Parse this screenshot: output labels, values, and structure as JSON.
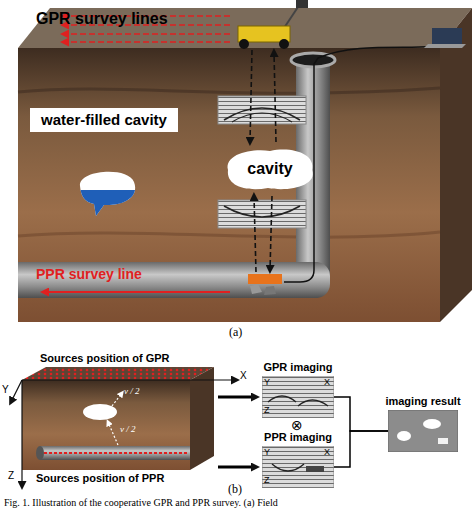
{
  "diagram": {
    "caption": "Fig. 1. Illustration of the cooperative GPR and PPR survey. (a) Field",
    "nodes": [
      {
        "text": [
          "water-filled cavity"
        ]
      },
      {
        "text": [
          "cavity"
        ]
      },
      {
        "text": [
          "GPR imaging",
          "Y",
          "X",
          "Z"
        ]
      },
      {
        "text": [
          "PPR imaging",
          "Y",
          "X",
          "Z"
        ]
      },
      {
        "text": [
          "imaging result"
        ]
      }
    ],
    "edges": [
      {
        "from": 2,
        "to": 4,
        "arrow": "none"
      },
      {
        "from": 3,
        "to": 4,
        "arrow": "none"
      }
    ],
    "labels": [
      "GPR survey lines",
      "PPR survey line",
      "(a)",
      "Sources position of GPR",
      "X",
      "Y",
      "Z",
      "v / 2",
      "v / 2",
      "Sources position of PPR",
      "⊗",
      "(b)"
    ]
  }
}
